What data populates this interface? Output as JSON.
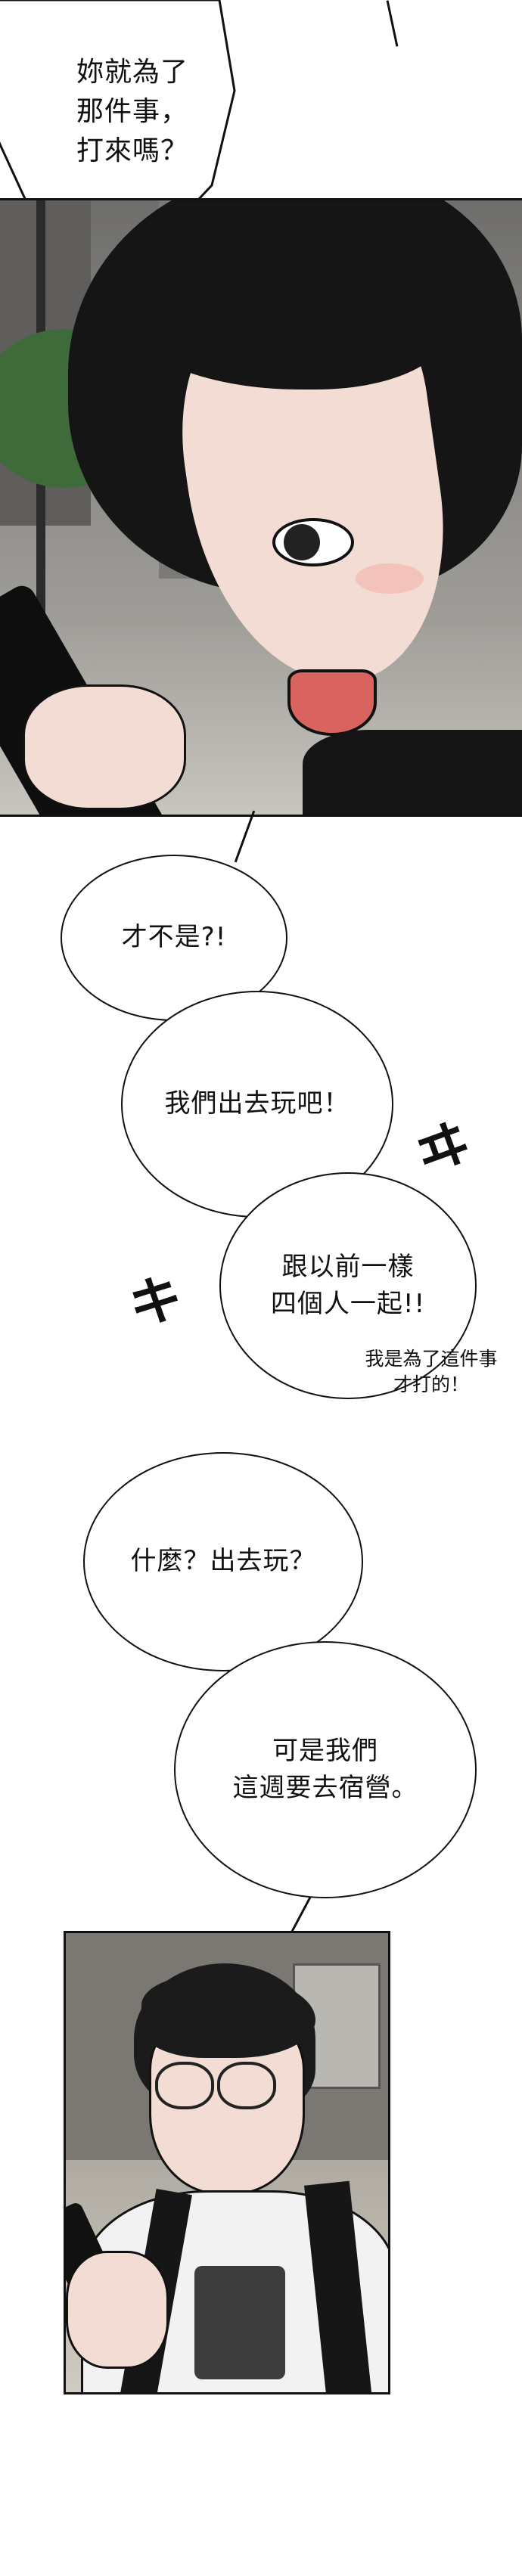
{
  "bubbles": {
    "b1": "妳就為了\n那件事，\n打來嗎？",
    "b2": "才不是?!",
    "b3": "我們出去玩吧！",
    "b4": "跟以前一樣\n四個人一起!!",
    "b5": "什麼？出去玩？",
    "b6": "可是我們\n這週要去宿營。"
  },
  "notes": {
    "side_note": "我是為了這件事\n才打的！"
  },
  "sfx": {
    "left": "ヰ",
    "right": "キ"
  },
  "colors": {
    "ink": "#111111",
    "hair": "#151515",
    "skin": "#f3dcd3",
    "page": "#ffffff"
  }
}
